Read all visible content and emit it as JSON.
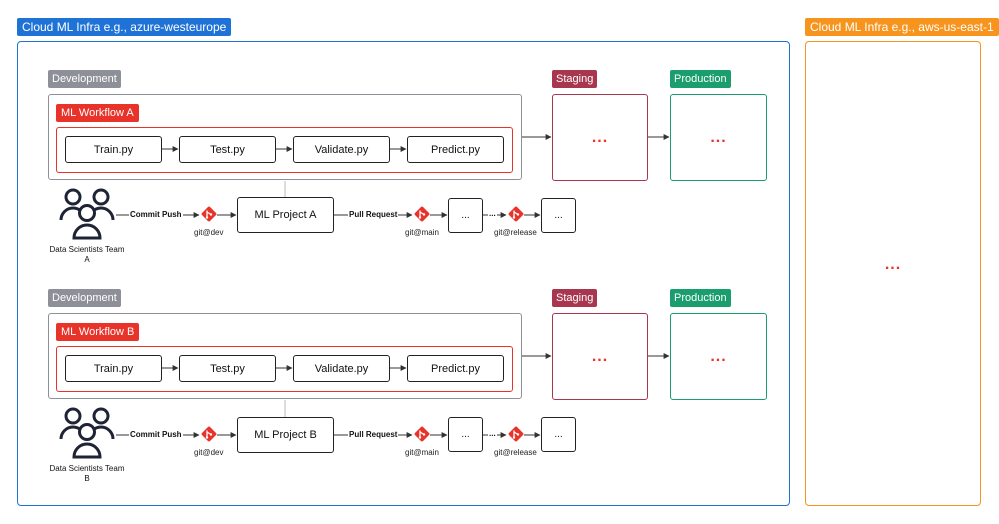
{
  "clouds": {
    "primary_label": "Cloud ML Infra e.g., azure-westeurope",
    "secondary_label": "Cloud ML Infra e.g., aws-us-east-1",
    "secondary_content": "...",
    "colors": {
      "primary": "#1f73d6",
      "secondary": "#f7941d"
    }
  },
  "colors": {
    "development": "#8d9098",
    "workflow": "#e8332a",
    "staging": "#a8364f",
    "production": "#1a9e6e"
  },
  "sections": [
    {
      "development_label": "Development",
      "workflow_label": "ML Workflow A",
      "steps": [
        "Train.py",
        "Test.py",
        "Validate.py",
        "Predict.py"
      ],
      "staging_label": "Staging",
      "staging_content": "...",
      "production_label": "Production",
      "production_content": "...",
      "team_label": "Data Scientists Team A",
      "commit_label": "Commit Push",
      "git_dev": "git@dev",
      "project_label": "ML Project A",
      "pr_label": "Pull Request",
      "git_main": "git@main",
      "mid_box": "...",
      "mid_arrow_label": "...",
      "git_release": "git@release",
      "end_box": "..."
    },
    {
      "development_label": "Development",
      "workflow_label": "ML Workflow B",
      "steps": [
        "Train.py",
        "Test.py",
        "Validate.py",
        "Predict.py"
      ],
      "staging_label": "Staging",
      "staging_content": "...",
      "production_label": "Production",
      "production_content": "...",
      "team_label": "Data Scientists Team B",
      "commit_label": "Commit Push",
      "git_dev": "git@dev",
      "project_label": "ML Project B",
      "pr_label": "Pull Request",
      "git_main": "git@main",
      "mid_box": "...",
      "mid_arrow_label": "...",
      "git_release": "git@release",
      "end_box": "..."
    }
  ],
  "icons": {
    "team": "people-group-icon",
    "git": "git-logo-icon"
  }
}
